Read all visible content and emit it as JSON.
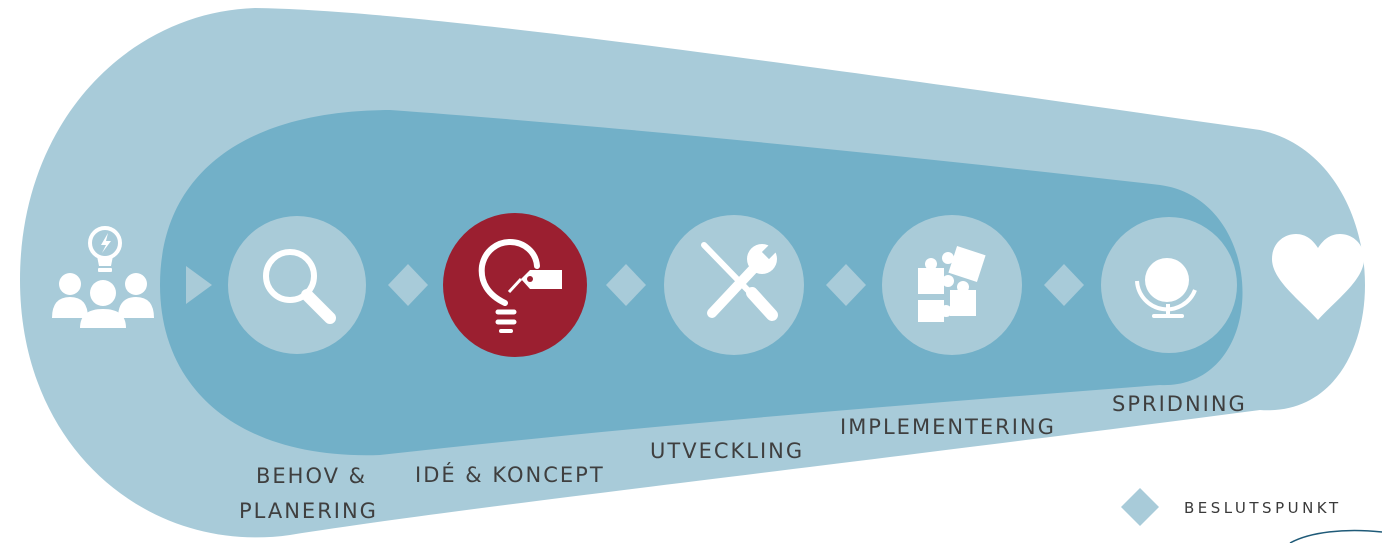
{
  "phases": [
    {
      "id": "behov",
      "label_lines": [
        "BEHOV &",
        "PLANERING"
      ],
      "icon": "magnifier-icon",
      "active": false
    },
    {
      "id": "ide",
      "label_lines": [
        "IDÉ & KONCEPT"
      ],
      "icon": "lightbulb-tag-icon",
      "active": true
    },
    {
      "id": "utveckling",
      "label_lines": [
        "UTVECKLING"
      ],
      "icon": "screwdriver-wrench-icon",
      "active": false
    },
    {
      "id": "implementering",
      "label_lines": [
        "IMPLEMENTERING"
      ],
      "icon": "puzzle-icon",
      "active": false
    },
    {
      "id": "spridning",
      "label_lines": [
        "SPRIDNING"
      ],
      "icon": "globe-icon",
      "active": false
    }
  ],
  "start_icon": "people-idea-icon",
  "end_icon": "heart-icon",
  "legend": {
    "label": "BESLUTSPUNKT",
    "icon": "diamond-icon"
  },
  "colors": {
    "outer_shape": "#a8cbd9",
    "inner_shape": "#72b0c8",
    "circle": "#a9cbd8",
    "active_circle": "#9b1f30",
    "diamond": "#a8cbd9",
    "icon": "#ffffff",
    "text": "#3f3f3f"
  }
}
